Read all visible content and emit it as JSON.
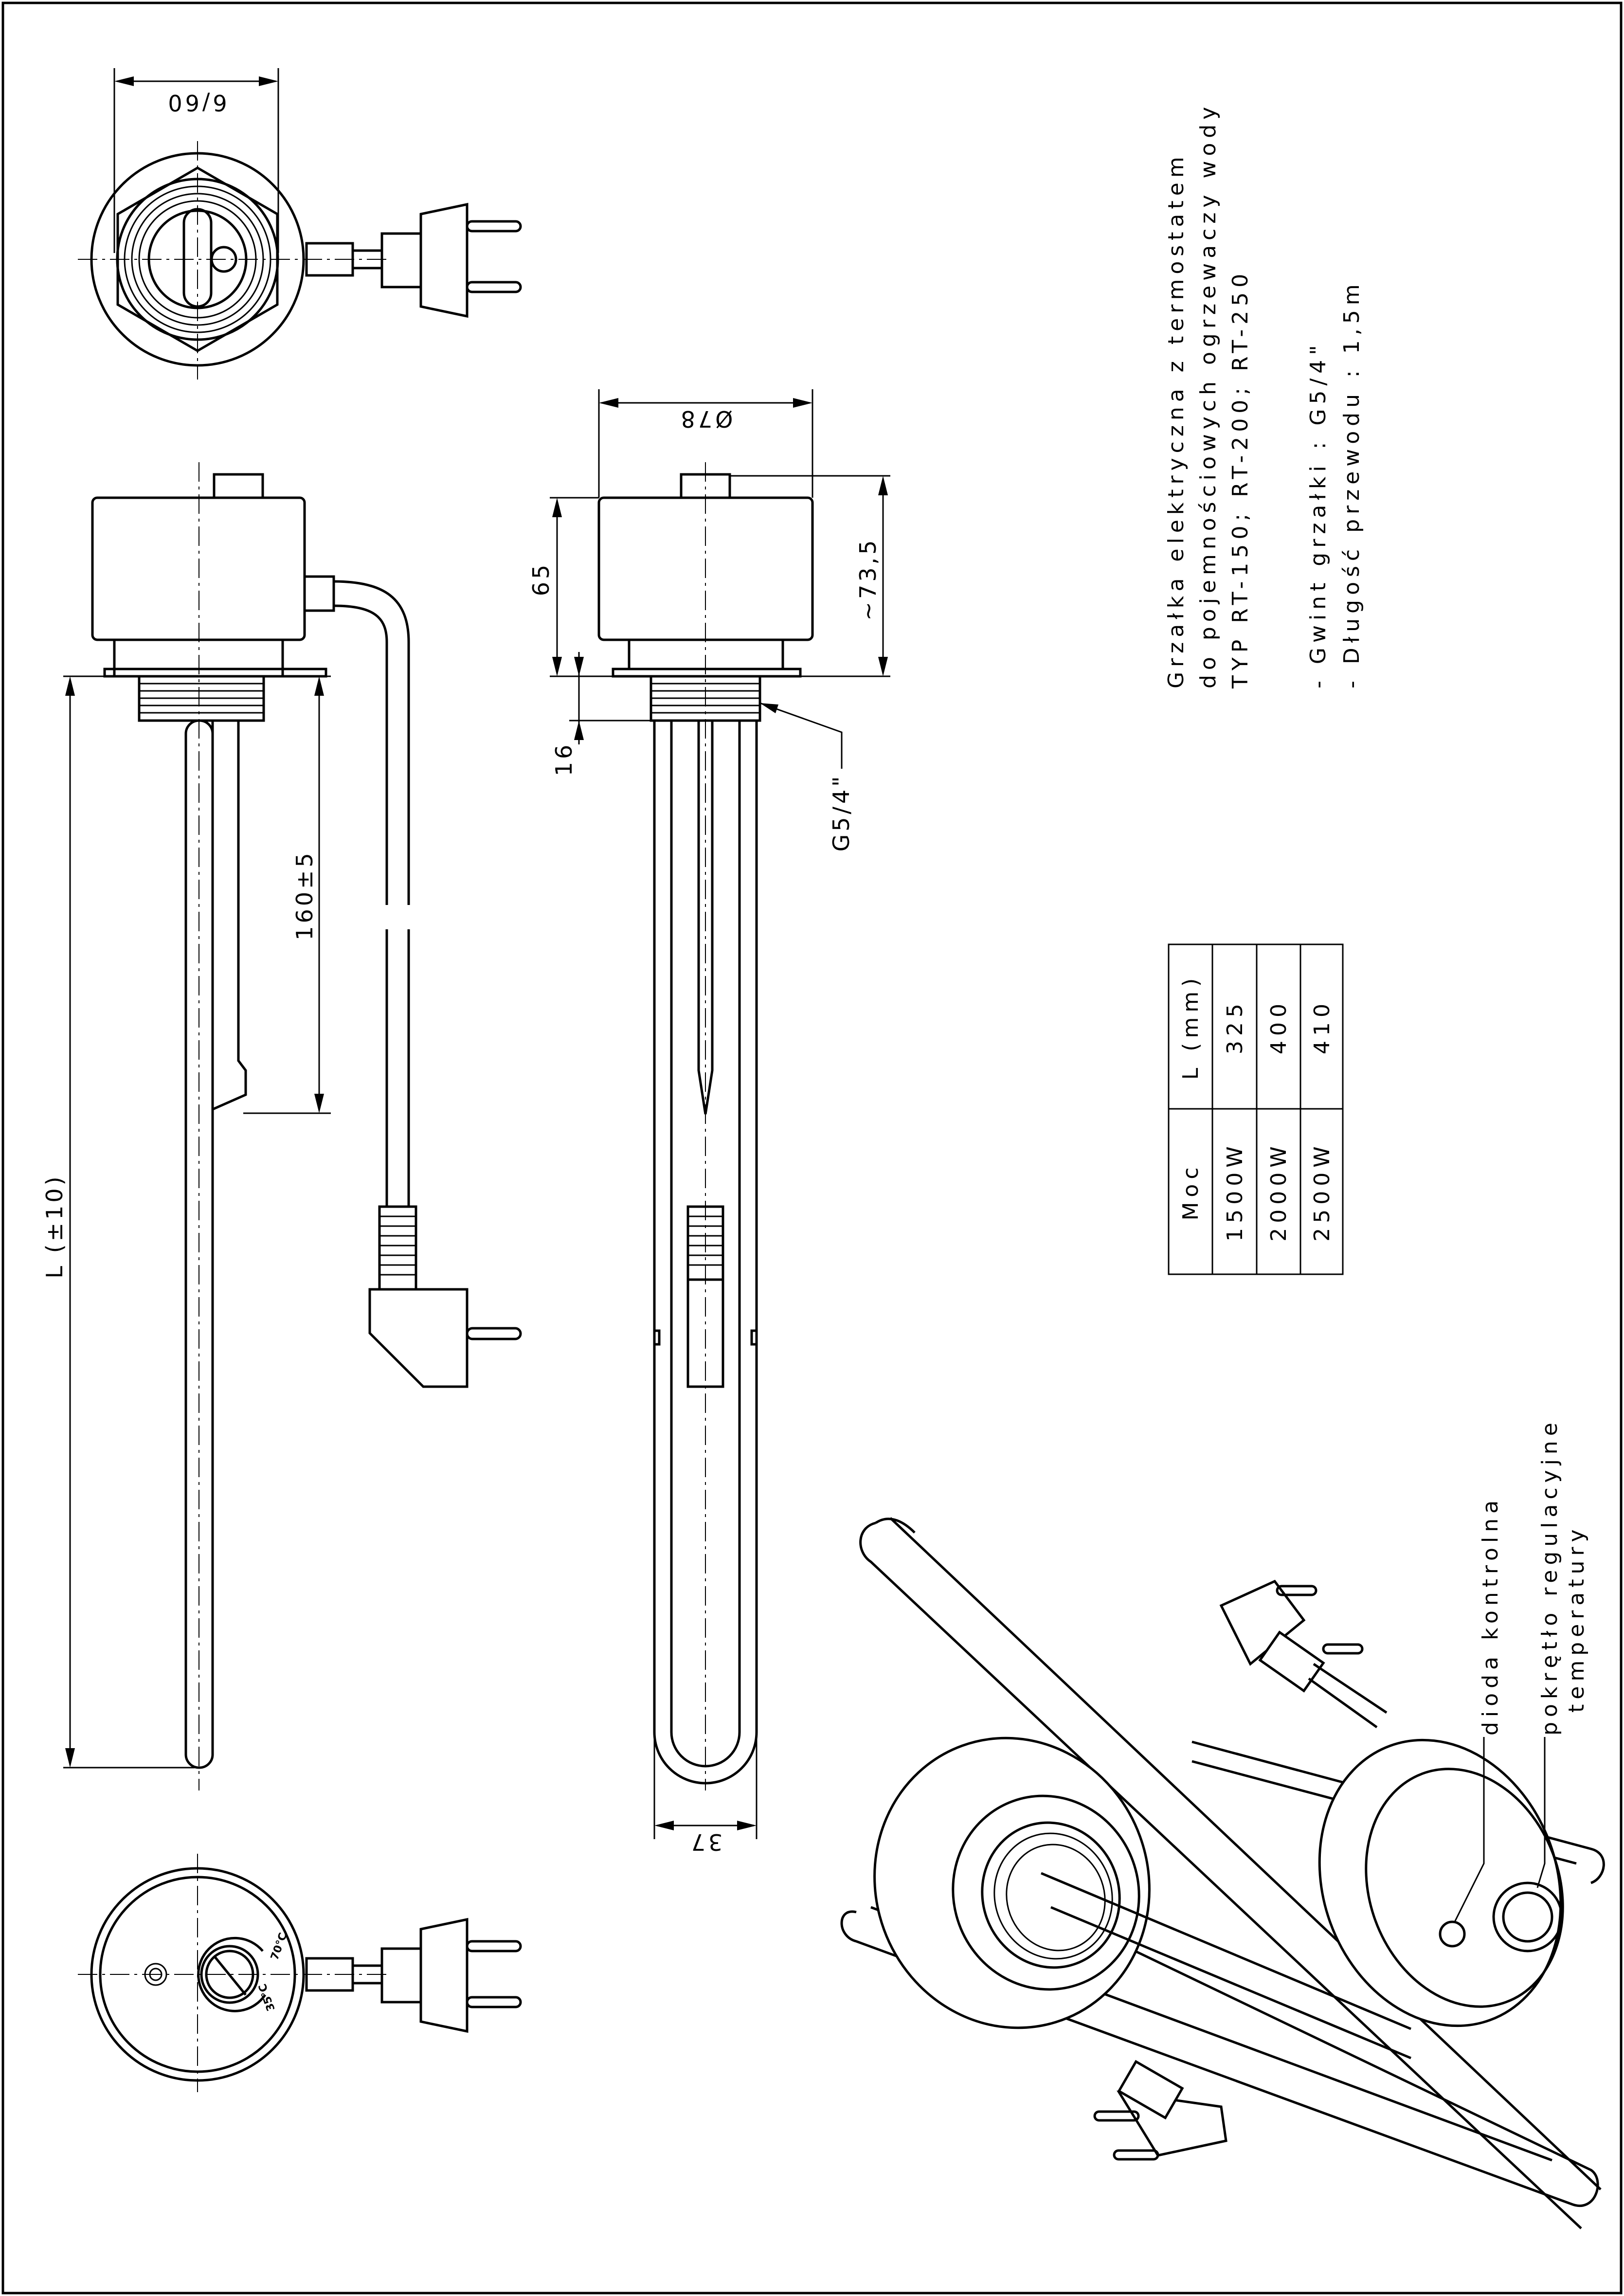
{
  "title_block": {
    "line1": "Grzałka elektryczna z termostatem",
    "line2": "do pojemnościowych ogrzewaczy wody",
    "line3": "TYP RT-150; RT-200; RT-250",
    "spec1": "- Gwint grzałki : G5/4\"",
    "spec2": "- Długość przewodu : 1,5m"
  },
  "dimensions": {
    "hex": "6/60",
    "diameter": "Ø78",
    "height_65": "65",
    "height_735": "~73,5",
    "thread_16": "16",
    "thread": "G5/4\"",
    "sensor_160": "160±5",
    "length_L": "L (±10)",
    "width_37": "37"
  },
  "table": {
    "headers": [
      "Moc",
      "L (mm)"
    ],
    "rows": [
      [
        "1500W",
        "325"
      ],
      [
        "2000W",
        "400"
      ],
      [
        "2500W",
        "410"
      ]
    ]
  },
  "labels": {
    "diode": "dioda kontrolna",
    "knob_line1": "pokrętło regulacyjne",
    "knob_line2": "temperatury"
  },
  "dial": {
    "max": "70°C",
    "min": "35°C"
  }
}
